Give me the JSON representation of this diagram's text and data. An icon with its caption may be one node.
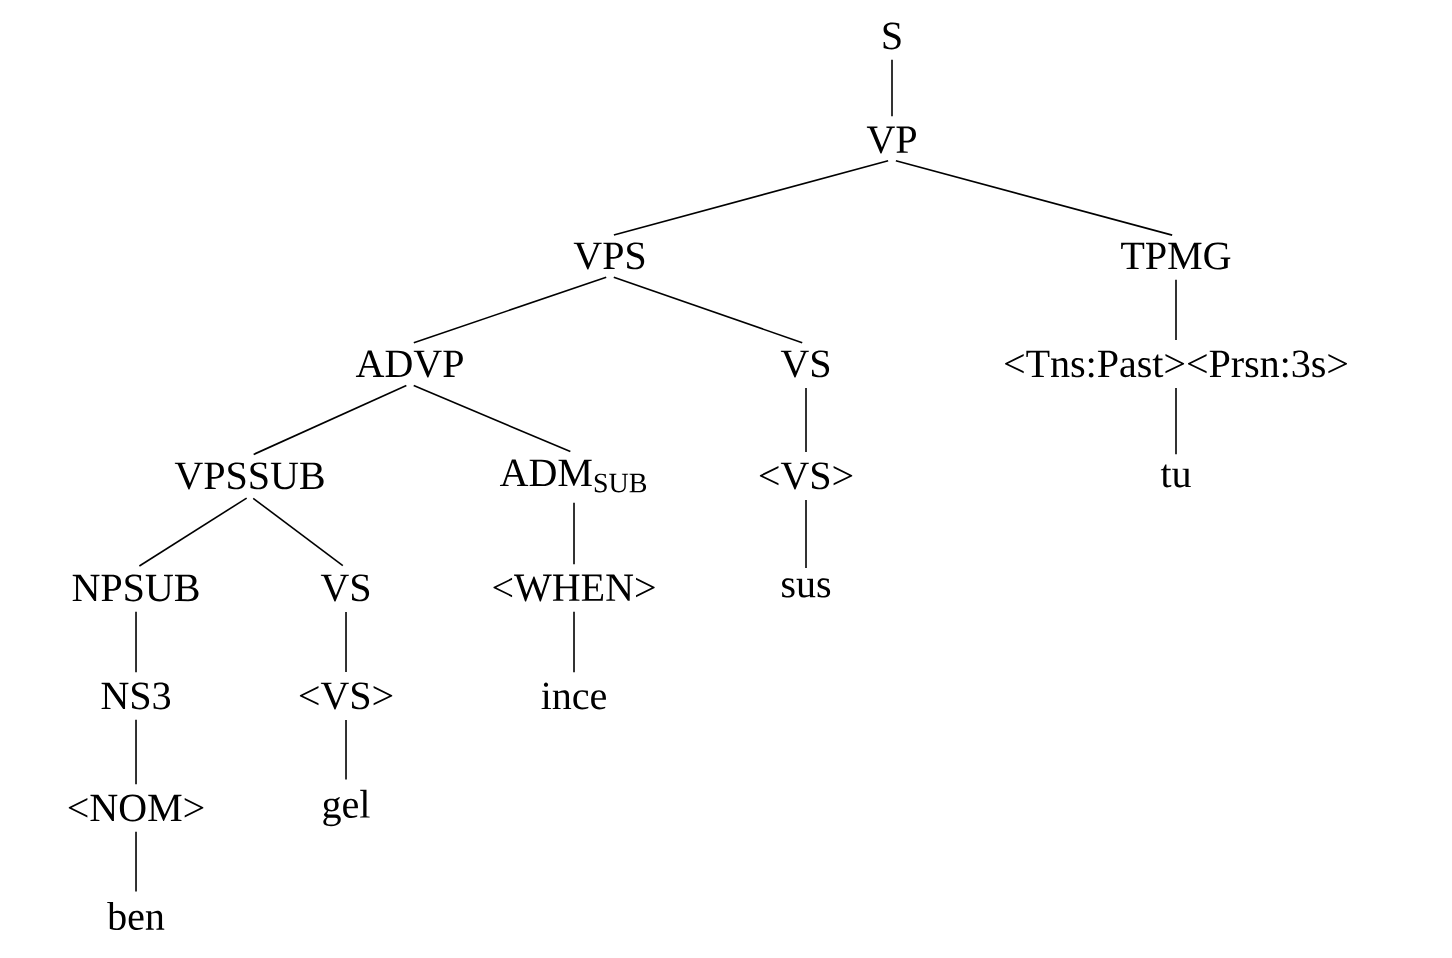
{
  "diagram": {
    "nodes": [
      {
        "text": [
          "S"
        ]
      },
      {
        "text": [
          "VP"
        ]
      },
      {
        "text": [
          "VPS"
        ]
      },
      {
        "text": [
          "TPMG"
        ]
      },
      {
        "text": [
          "ADVP"
        ]
      },
      {
        "text": [
          "VS"
        ]
      },
      {
        "text": [
          "<Tns:Past><Prsn:3s>"
        ]
      },
      {
        "text": [
          "VPSSUB"
        ]
      },
      {
        "text": [
          "ADM$_{SUB}$"
        ]
      },
      {
        "text": [
          "<VS>"
        ]
      },
      {
        "text": [
          "tu"
        ]
      },
      {
        "text": [
          "NPSUB"
        ]
      },
      {
        "text": [
          "VS"
        ]
      },
      {
        "text": [
          "<WHEN>"
        ]
      },
      {
        "text": [
          "sus"
        ]
      },
      {
        "text": [
          "NS3"
        ]
      },
      {
        "text": [
          "<VS>"
        ]
      },
      {
        "text": [
          "ince"
        ]
      },
      {
        "text": [
          "<NOM>"
        ]
      },
      {
        "text": [
          "gel"
        ]
      },
      {
        "text": [
          "ben"
        ]
      }
    ],
    "edges": [
      {
        "from": 0,
        "to": 1,
        "arrow": "none"
      },
      {
        "from": 1,
        "to": 2,
        "arrow": "none"
      },
      {
        "from": 1,
        "to": 3,
        "arrow": "none"
      },
      {
        "from": 2,
        "to": 4,
        "arrow": "none"
      },
      {
        "from": 2,
        "to": 5,
        "arrow": "none"
      },
      {
        "from": 3,
        "to": 6,
        "arrow": "none"
      },
      {
        "from": 4,
        "to": 7,
        "arrow": "none"
      },
      {
        "from": 4,
        "to": 8,
        "arrow": "none"
      },
      {
        "from": 5,
        "to": 9,
        "arrow": "none"
      },
      {
        "from": 6,
        "to": 10,
        "arrow": "none"
      },
      {
        "from": 7,
        "to": 11,
        "arrow": "none"
      },
      {
        "from": 7,
        "to": 12,
        "arrow": "none"
      },
      {
        "from": 8,
        "to": 13,
        "arrow": "none"
      },
      {
        "from": 9,
        "to": 14,
        "arrow": "none"
      },
      {
        "from": 11,
        "to": 15,
        "arrow": "none"
      },
      {
        "from": 12,
        "to": 16,
        "arrow": "none"
      },
      {
        "from": 13,
        "to": 17,
        "arrow": "none"
      },
      {
        "from": 15,
        "to": 18,
        "arrow": "none"
      },
      {
        "from": 16,
        "to": 19,
        "arrow": "none"
      },
      {
        "from": 18,
        "to": 20,
        "arrow": "none"
      }
    ]
  }
}
